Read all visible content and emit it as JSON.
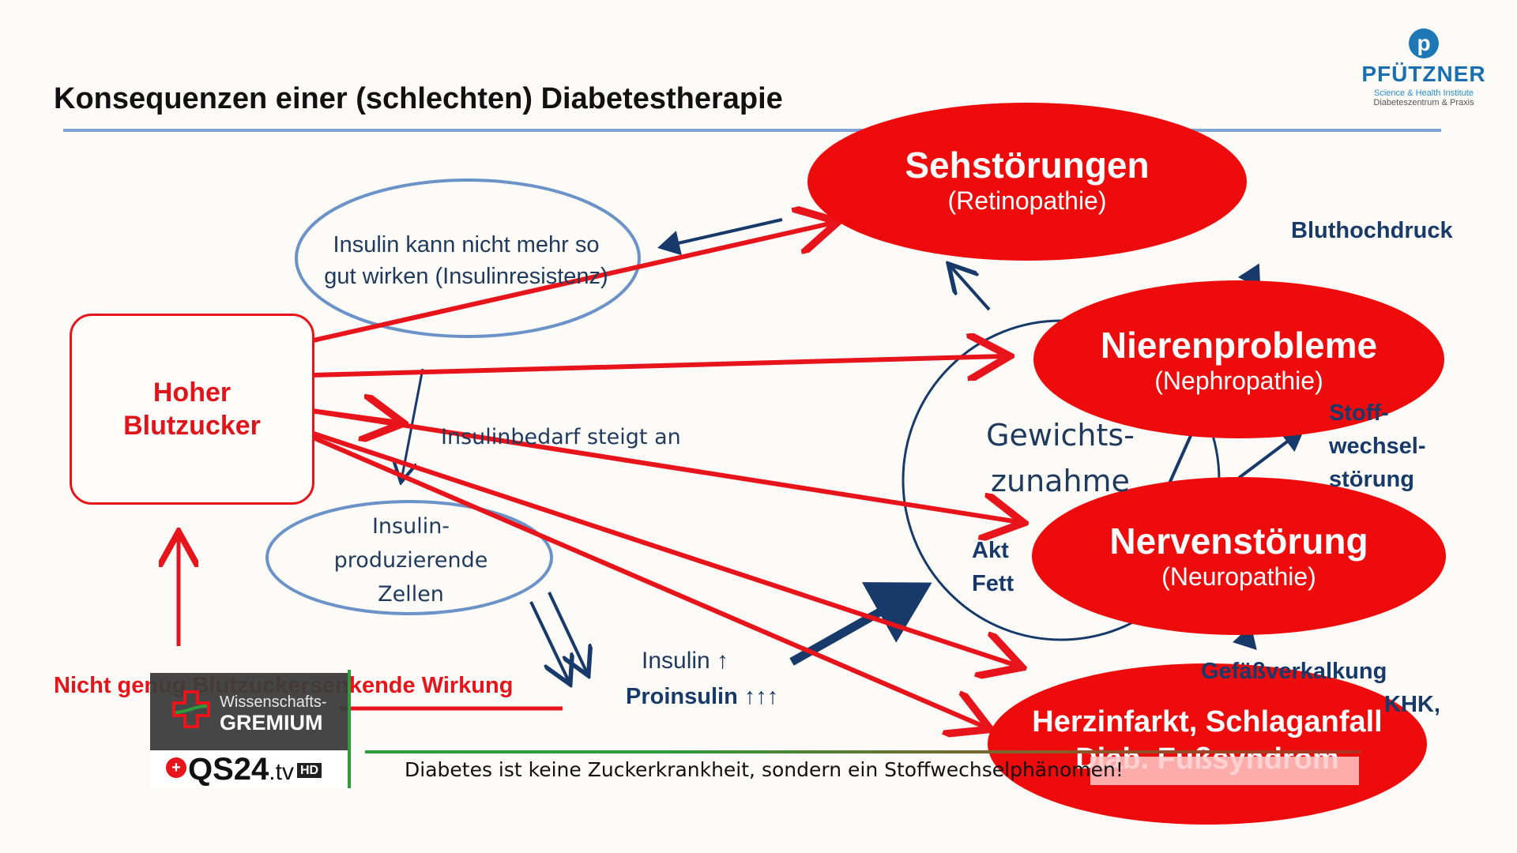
{
  "slide": {
    "title": "Konsequenzen einer (schlechten) Diabetestherapie",
    "colors": {
      "accent_red": "#e8141b",
      "navy": "#173a6b",
      "blue_outline": "#6b93c8",
      "rule": "#7fa3d6"
    }
  },
  "logo": {
    "glyph": "p",
    "name": "PFÜTZNER",
    "line1": "Science & Health Institute",
    "line2": "Diabeteszentrum & Praxis"
  },
  "diagram": {
    "center_box": {
      "line1": "Hoher",
      "line2": "Blutzucker"
    },
    "insulin_resistance": {
      "line1": "Insulin kann nicht mehr so",
      "line2": "gut wirken (Insulinresistenz)"
    },
    "insulin_cells": {
      "line1": "Insulin-",
      "line2": "produzierende",
      "line3": "Zellen"
    },
    "insulin_demand": "Insulinbedarf steigt an",
    "insulin_up": "Insulin ↑",
    "proinsulin": "Proinsulin ↑↑↑",
    "not_enough": "Nicht genug Blutzuckersenkende Wirkung",
    "weight_gain": {
      "line1": "Gewichts-",
      "line2": "zunahme"
    },
    "activity_partial": {
      "line1": "Akt",
      "line2": "Fett"
    },
    "bluthochdruck": "Bluthochdruck",
    "stoffwechsel": {
      "line1": "Stoff-",
      "line2": "wechsel-",
      "line3": "störung"
    },
    "gefaess": "Gefäßverkalkung",
    "khk": "KHK,",
    "complications": [
      {
        "name": "Sehstörungen",
        "sub": "(Retinopathie)"
      },
      {
        "name": "Nierenprobleme",
        "sub": "(Nephropathie)"
      },
      {
        "name": "Nervenstörung",
        "sub": "(Neuropathie)"
      },
      {
        "name": "Herzinfarkt, Schlaganfall",
        "sub": "Diab. Fußsyndrom"
      }
    ]
  },
  "broadcast": {
    "gremium_top": "Wissenschafts-",
    "gremium_bottom": "GREMIUM",
    "channel": "QS24",
    "channel_tld": ".tv",
    "hd": "HD",
    "ticker": "Diabetes ist keine Zuckerkrankheit, sondern ein Stoffwechselphänomen!"
  }
}
